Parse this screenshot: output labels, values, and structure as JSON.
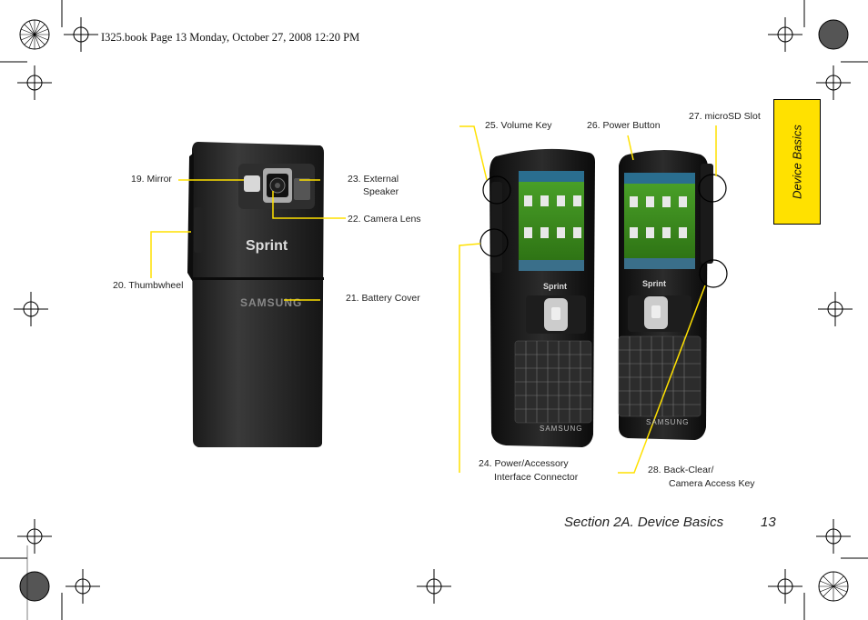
{
  "header": {
    "text": "I325.book  Page 13  Monday, October 27, 2008  12:20 PM"
  },
  "side_tab": {
    "label": "Device Basics"
  },
  "callouts": {
    "mirror": "19. Mirror",
    "thumbwheel": "20. Thumbwheel",
    "battery_cover": "21. Battery Cover",
    "camera_lens": "22. Camera Lens",
    "external_speaker_1": "23. External",
    "external_speaker_2": "Speaker",
    "power_accessory_1": "24. Power/Accessory",
    "power_accessory_2": "Interface Connector",
    "volume_key": "25. Volume Key",
    "power_button": "26. Power Button",
    "microsd_slot": "27. microSD Slot",
    "back_clear_1": "28. Back-Clear/",
    "back_clear_2": "Camera Access Key"
  },
  "phone_branding": {
    "sprint": "Sprint",
    "samsung": "SAMSUNG"
  },
  "footer": {
    "section": "Section 2A. Device Basics",
    "page_number": "13"
  },
  "colors": {
    "accent_yellow": "#ffe100",
    "screen_green": "#3d8f1f"
  }
}
